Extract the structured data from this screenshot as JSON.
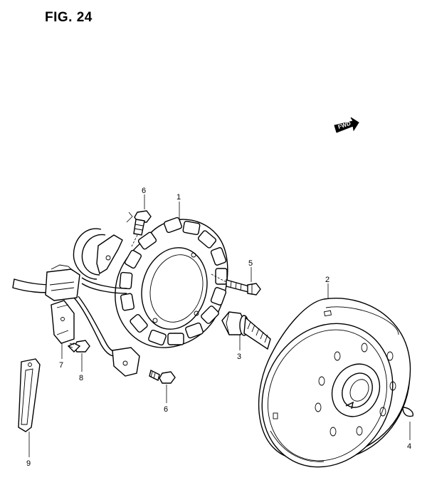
{
  "figure": {
    "title": "FIG. 24"
  },
  "fwd_badge": {
    "text": "FWD"
  },
  "callouts": [
    {
      "id": "1",
      "label": "1"
    },
    {
      "id": "2",
      "label": "2"
    },
    {
      "id": "3",
      "label": "3"
    },
    {
      "id": "4",
      "label": "4"
    },
    {
      "id": "5",
      "label": "5"
    },
    {
      "id": "6a",
      "label": "6"
    },
    {
      "id": "6b",
      "label": "6"
    },
    {
      "id": "7",
      "label": "7"
    },
    {
      "id": "8",
      "label": "8"
    },
    {
      "id": "9",
      "label": "9"
    }
  ]
}
